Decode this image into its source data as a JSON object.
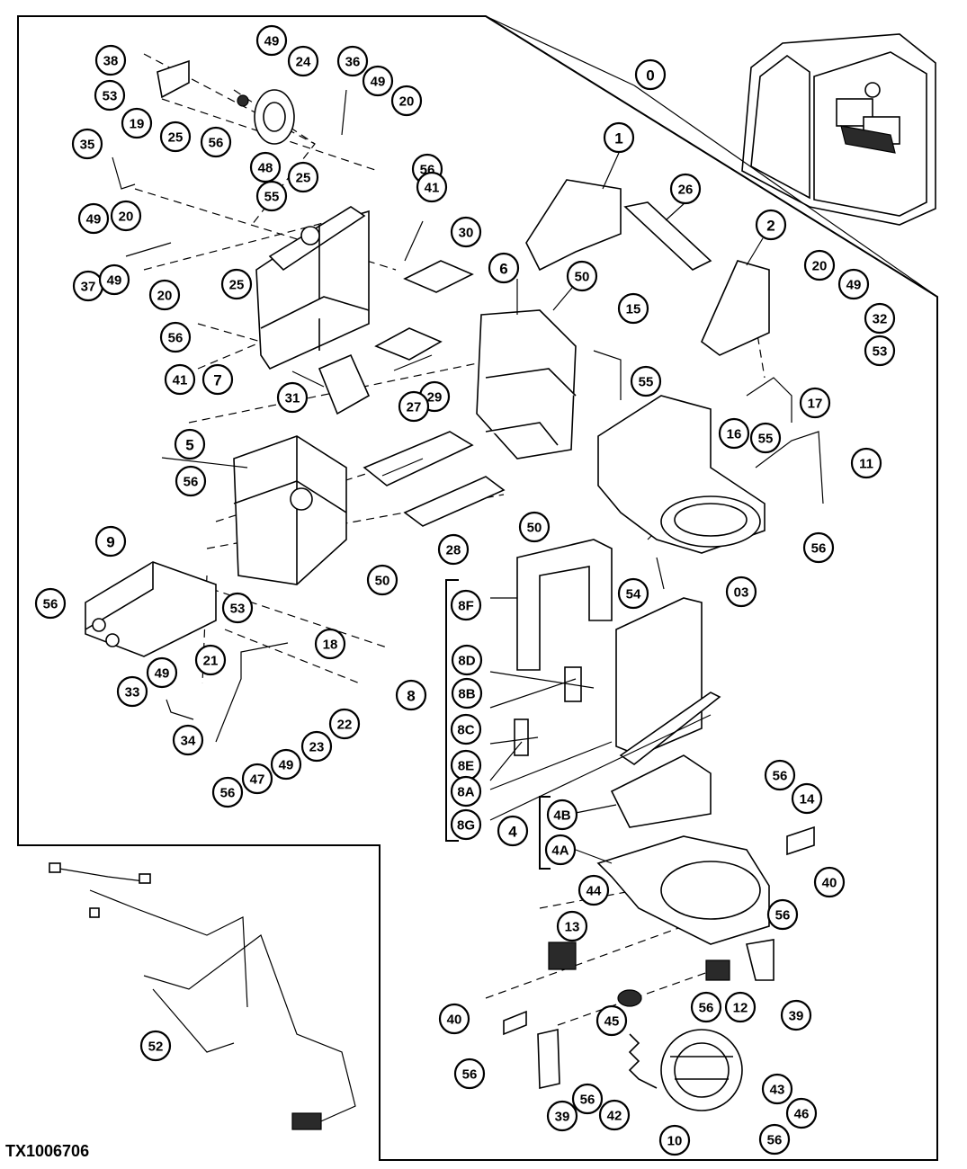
{
  "figure_id": "TX1006706",
  "callouts": [
    "38",
    "49",
    "24",
    "36",
    "53",
    "19",
    "49",
    "20",
    "56",
    "48",
    "35",
    "25",
    "25",
    "20",
    "49",
    "56",
    "41",
    "55",
    "30",
    "37",
    "25",
    "49",
    "20",
    "56",
    "41",
    "7",
    "31",
    "29",
    "27",
    "5",
    "6",
    "50",
    "15",
    "1",
    "26",
    "2",
    "20",
    "49",
    "32",
    "53",
    "55",
    "17",
    "16",
    "55",
    "11",
    "56",
    "9",
    "56",
    "53",
    "18",
    "21",
    "49",
    "33",
    "22",
    "34",
    "49",
    "23",
    "47",
    "56",
    "28",
    "50",
    "50",
    "56",
    "54",
    "03",
    "8F",
    "8D",
    "8B",
    "8C",
    "8E",
    "8A",
    "8G",
    "8",
    "4B",
    "4",
    "4A",
    "56",
    "14",
    "40",
    "56",
    "13",
    "44",
    "12",
    "39",
    "45",
    "56",
    "40",
    "56",
    "39",
    "56",
    "42",
    "10",
    "43",
    "46",
    "56",
    "52",
    "0"
  ],
  "colors": {
    "ink": "#000000",
    "paper": "#ffffff"
  }
}
